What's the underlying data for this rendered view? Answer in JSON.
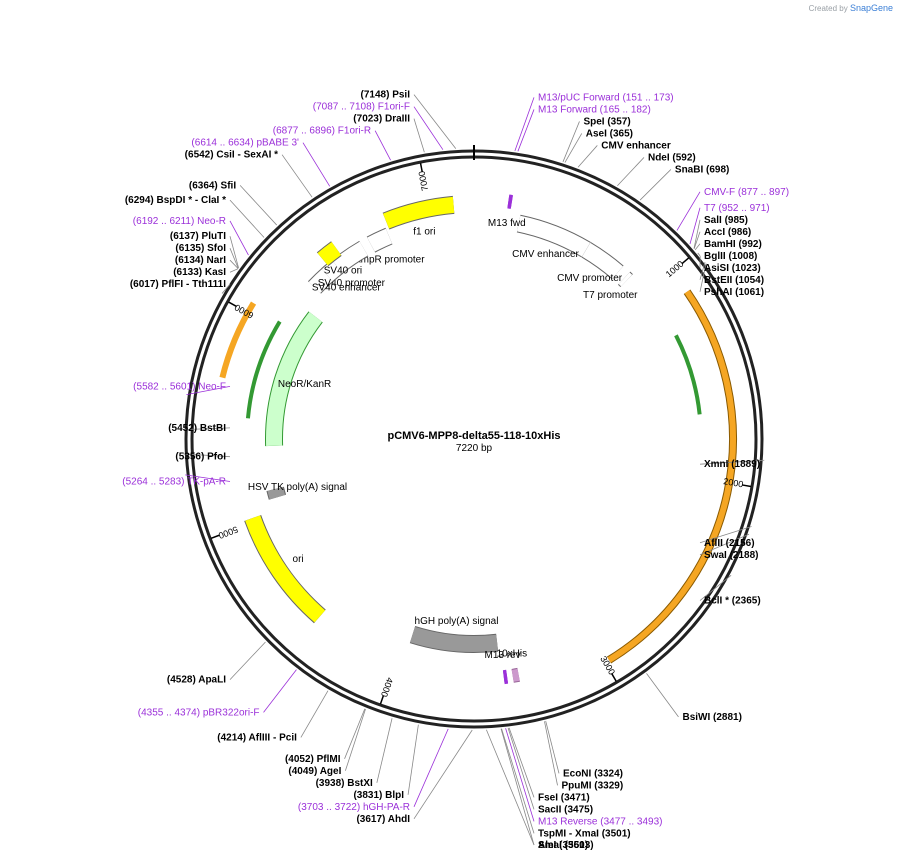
{
  "credit": {
    "prefix": "Created by",
    "brand": "SnapGene"
  },
  "plasmid": {
    "name": "pCMV6-MPP8-delta55-118-10xHis",
    "length_label": "7220 bp",
    "length": 7220
  },
  "colors": {
    "primer": "#9b30d9",
    "enzyme": "#000000",
    "promoter": "#ffffff",
    "origin": "#ffff00",
    "marker": "#ccffcc",
    "marker_arrow": "#339933",
    "terminator": "#999999",
    "orf": "#f5a623",
    "tag": "#cc99cc"
  },
  "ticks": [
    {
      "pos": 1000,
      "label": "1000"
    },
    {
      "pos": 2000,
      "label": "2000"
    },
    {
      "pos": 3000,
      "label": "3000"
    },
    {
      "pos": 4000,
      "label": "4000"
    },
    {
      "pos": 5000,
      "label": "5000"
    },
    {
      "pos": 6000,
      "label": "6000"
    },
    {
      "pos": 7000,
      "label": "7000"
    }
  ],
  "features": [
    {
      "name": "CMV enhancer",
      "start": 235,
      "end": 614,
      "kind": "promoter"
    },
    {
      "name": "CMV promoter",
      "start": 615,
      "end": 818,
      "kind": "promoter"
    },
    {
      "name": "T7 promoter",
      "start": 863,
      "end": 881,
      "kind": "promoter"
    },
    {
      "name": "M13 fwd",
      "start": 165,
      "end": 182,
      "kind": "primer_site"
    },
    {
      "name": "f1 ori",
      "start": 6779,
      "end": 7120,
      "kind": "origin"
    },
    {
      "name": "AmpR promoter",
      "start": 6660,
      "end": 6764,
      "kind": "promoter"
    },
    {
      "name": "SV40 promoter",
      "start": 6288,
      "end": 6617,
      "kind": "promoter"
    },
    {
      "name": "SV40 enhancer",
      "start": 6380,
      "end": 6449,
      "kind": "promoter"
    },
    {
      "name": "SV40 ori",
      "start": 6416,
      "end": 6501,
      "kind": "origin"
    },
    {
      "name": "NeoR/KanR",
      "start": 5376,
      "end": 6170,
      "kind": "marker"
    },
    {
      "name": "HSV TK poly(A) signal",
      "start": 5084,
      "end": 5132,
      "kind": "terminator"
    },
    {
      "name": "ori",
      "start": 4432,
      "end": 5021,
      "kind": "origin"
    },
    {
      "name": "hGH poly(A) signal",
      "start": 3480,
      "end": 3960,
      "kind": "terminator"
    },
    {
      "name": "M13 rev",
      "start": 3451,
      "end": 3467,
      "kind": "primer_site"
    },
    {
      "name": "10xHis",
      "start": 3395,
      "end": 3424,
      "kind": "tag"
    }
  ],
  "labels": [
    {
      "text": "PsiI",
      "num": "(7148)",
      "pos": 7148,
      "kind": "enzyme"
    },
    {
      "text": "M13/pUC Forward",
      "num": "(151 .. 173)",
      "pos": 162,
      "kind": "primer"
    },
    {
      "text": "M13 Forward",
      "num": "(165 .. 182)",
      "pos": 174,
      "kind": "primer"
    },
    {
      "text": "F1ori-F",
      "num": "(7087 .. 7108)",
      "pos": 7097,
      "kind": "primer"
    },
    {
      "text": "DraIII",
      "num": "(7023)",
      "pos": 7023,
      "kind": "enzyme"
    },
    {
      "text": "F1ori-R",
      "num": "(6877 .. 6896)",
      "pos": 6886,
      "kind": "primer"
    },
    {
      "text": "pBABE 3'",
      "num": "(6614 .. 6634)",
      "pos": 6624,
      "kind": "primer"
    },
    {
      "text": "CsiI",
      "suffix": "- SexAI *",
      "num": "(6542)",
      "pos": 6542,
      "kind": "enzyme"
    },
    {
      "text": "SfiI",
      "num": "(6364)",
      "pos": 6364,
      "kind": "enzyme"
    },
    {
      "text": "BspDI *",
      "suffix": "- ClaI *",
      "num": "(6294)",
      "pos": 6294,
      "kind": "enzyme"
    },
    {
      "text": "Neo-R",
      "num": "(6192 .. 6211)",
      "pos": 6201,
      "kind": "primer"
    },
    {
      "text": "PluTI",
      "num": "(6137)",
      "pos": 6137,
      "kind": "enzyme"
    },
    {
      "text": "SfoI",
      "num": "(6135)",
      "pos": 6135,
      "kind": "enzyme"
    },
    {
      "text": "NarI",
      "num": "(6134)",
      "pos": 6134,
      "kind": "enzyme"
    },
    {
      "text": "KasI",
      "num": "(6133)",
      "pos": 6133,
      "kind": "enzyme"
    },
    {
      "text": "PflFI",
      "suffix": "- Tth111I",
      "num": "(6017)",
      "pos": 6017,
      "kind": "enzyme"
    },
    {
      "text": "Neo-F",
      "num": "(5582 .. 5601)",
      "pos": 5591,
      "kind": "primer"
    },
    {
      "text": "BstBI",
      "num": "(5452)",
      "pos": 5452,
      "kind": "enzyme"
    },
    {
      "text": "PfoI",
      "num": "(5356)",
      "pos": 5356,
      "kind": "enzyme"
    },
    {
      "text": "TK-pA-R",
      "num": "(5264 .. 5283)",
      "pos": 5273,
      "kind": "primer"
    },
    {
      "text": "ApaLI",
      "num": "(4528)",
      "pos": 4528,
      "kind": "enzyme"
    },
    {
      "text": "pBR322ori-F",
      "num": "(4355 .. 4374)",
      "pos": 4364,
      "kind": "primer"
    },
    {
      "text": "AflIII",
      "suffix": "- PciI",
      "num": "(4214)",
      "pos": 4214,
      "kind": "enzyme"
    },
    {
      "text": "PflMI",
      "num": "(4052)",
      "pos": 4052,
      "kind": "enzyme"
    },
    {
      "text": "AgeI",
      "num": "(4049)",
      "pos": 4049,
      "kind": "enzyme"
    },
    {
      "text": "BstXI",
      "num": "(3938)",
      "pos": 3938,
      "kind": "enzyme"
    },
    {
      "text": "BlpI",
      "num": "(3831)",
      "pos": 3831,
      "kind": "enzyme"
    },
    {
      "text": "hGH-PA-R",
      "num": "(3703 .. 3722)",
      "pos": 3712,
      "kind": "primer"
    },
    {
      "text": "AhdI",
      "num": "(3617)",
      "pos": 3617,
      "kind": "enzyme"
    },
    {
      "text": "AleI",
      "num": "(3561)",
      "pos": 3561,
      "kind": "enzyme"
    },
    {
      "text": "SmaI",
      "num": "(3503)",
      "pos": 3503,
      "kind": "enzyme"
    },
    {
      "text": "TspMI",
      "suffix": "- XmaI",
      "num": "(3501)",
      "pos": 3501,
      "kind": "enzyme"
    },
    {
      "text": "M13 Reverse",
      "num": "(3477 .. 3493)",
      "pos": 3485,
      "kind": "primer"
    },
    {
      "text": "SacII",
      "num": "(3475)",
      "pos": 3475,
      "kind": "enzyme"
    },
    {
      "text": "FseI",
      "num": "(3471)",
      "pos": 3471,
      "kind": "enzyme"
    },
    {
      "text": "PpuMI",
      "num": "(3329)",
      "pos": 3329,
      "kind": "enzyme"
    },
    {
      "text": "EcoNI",
      "num": "(3324)",
      "pos": 3324,
      "kind": "enzyme"
    },
    {
      "text": "BsiWI",
      "num": "(2881)",
      "pos": 2881,
      "kind": "enzyme"
    },
    {
      "text": "BclI *",
      "num": "(2365)",
      "pos": 2365,
      "kind": "enzyme"
    },
    {
      "text": "SwaI",
      "num": "(2188)",
      "pos": 2188,
      "kind": "enzyme"
    },
    {
      "text": "AflII",
      "num": "(2156)",
      "pos": 2156,
      "kind": "enzyme"
    },
    {
      "text": "XmnI",
      "num": "(1889)",
      "pos": 1889,
      "kind": "enzyme"
    },
    {
      "text": "PshAI",
      "num": "(1061)",
      "pos": 1061,
      "kind": "enzyme"
    },
    {
      "text": "BstEII",
      "num": "(1054)",
      "pos": 1054,
      "kind": "enzyme"
    },
    {
      "text": "AsiSI",
      "num": "(1023)",
      "pos": 1023,
      "kind": "enzyme"
    },
    {
      "text": "BglII",
      "num": "(1008)",
      "pos": 1008,
      "kind": "enzyme"
    },
    {
      "text": "BamHI",
      "num": "(992)",
      "pos": 992,
      "kind": "enzyme"
    },
    {
      "text": "AccI",
      "num": "(986)",
      "pos": 986,
      "kind": "enzyme"
    },
    {
      "text": "SalI",
      "num": "(985)",
      "pos": 985,
      "kind": "enzyme"
    },
    {
      "text": "T7",
      "num": "(952 .. 971)",
      "pos": 961,
      "kind": "primer"
    },
    {
      "text": "CMV-F",
      "num": "(877 .. 897)",
      "pos": 887,
      "kind": "primer"
    },
    {
      "text": "SnaBI",
      "num": "(698)",
      "pos": 698,
      "kind": "enzyme"
    },
    {
      "text": "NdeI",
      "num": "(592)",
      "pos": 592,
      "kind": "enzyme"
    },
    {
      "text": "CMV enhancer",
      "num": "",
      "pos": 420,
      "kind": "boxed"
    },
    {
      "text": "AseI",
      "num": "(365)",
      "pos": 365,
      "kind": "enzyme"
    },
    {
      "text": "SpeI",
      "num": "(357)",
      "pos": 357,
      "kind": "enzyme"
    }
  ]
}
